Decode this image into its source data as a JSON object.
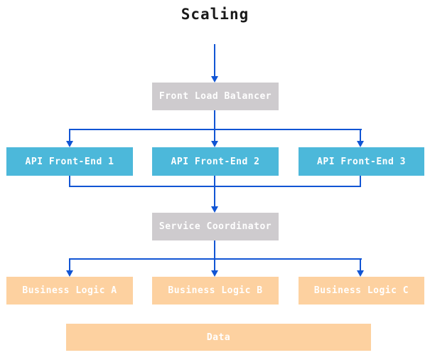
{
  "title": "Scaling",
  "colors": {
    "arrow": "#1155d4",
    "gray_box": "#cecbce",
    "cyan_box": "#4cb8da",
    "peach_box": "#fdd1a0",
    "box_text": "#ffffff",
    "title_text": "#1a1a1a"
  },
  "nodes": {
    "front_load_balancer": {
      "label": "Front Load Balancer"
    },
    "api_front_ends": [
      {
        "label": "API Front-End 1"
      },
      {
        "label": "API Front-End 2"
      },
      {
        "label": "API Front-End 3"
      }
    ],
    "service_coordinator": {
      "label": "Service Coordinator"
    },
    "business_logic": [
      {
        "label": "Business Logic A"
      },
      {
        "label": "Business Logic B"
      },
      {
        "label": "Business Logic C"
      }
    ],
    "data_store": {
      "label": "Data"
    }
  }
}
